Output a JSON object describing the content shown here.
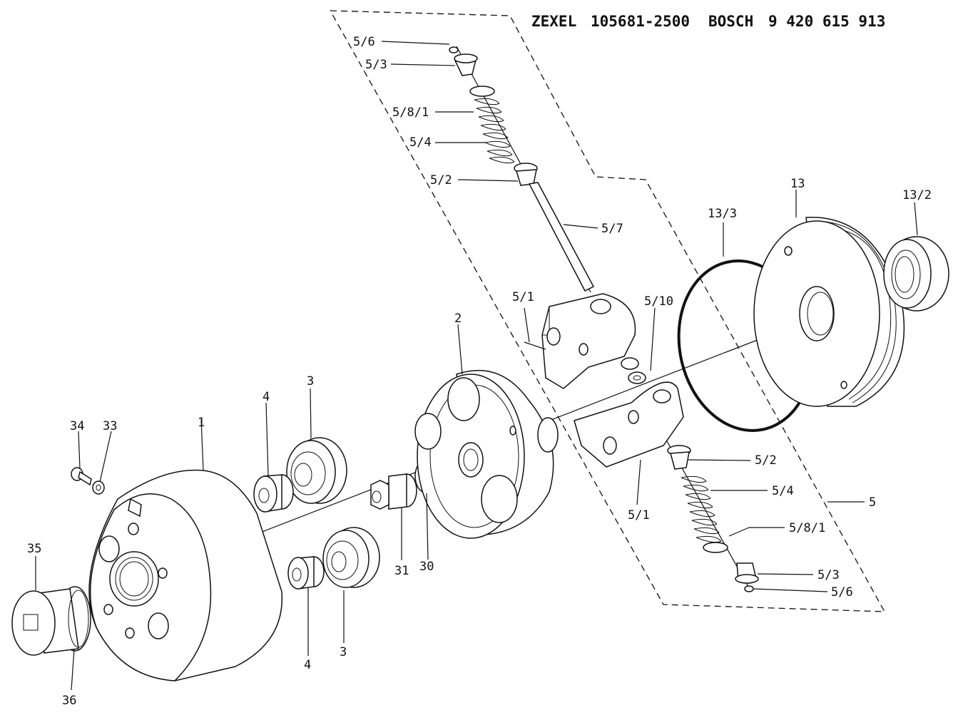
{
  "header": {
    "zexel_label": "ZEXEL",
    "zexel_number": "105681-2500",
    "bosch_label": "BOSCH",
    "bosch_number": "9 420 615 913"
  },
  "labels": {
    "p5_6_top": "5/6",
    "p5_3_top": "5/3",
    "p5_8_1_top": "5/8/1",
    "p5_4_top": "5/4",
    "p5_2_top": "5/2",
    "p5_7": "5/7",
    "p5_1_top": "5/1",
    "p5_10": "5/10",
    "p13_3": "13/3",
    "p13": "13",
    "p13_2": "13/2",
    "p2": "2",
    "p4_top": "4",
    "p3_top": "3",
    "p1": "1",
    "p34": "34",
    "p33": "33",
    "p35": "35",
    "p36": "36",
    "p31": "31",
    "p30": "30",
    "p4_bottom": "4",
    "p3_bottom": "3",
    "p5_1_bottom": "5/1",
    "p5_2_bottom": "5/2",
    "p5_4_bottom": "5/4",
    "p5_8_1_bottom": "5/8/1",
    "p5_3_bottom": "5/3",
    "p5_6_bottom": "5/6",
    "p5": "5"
  }
}
